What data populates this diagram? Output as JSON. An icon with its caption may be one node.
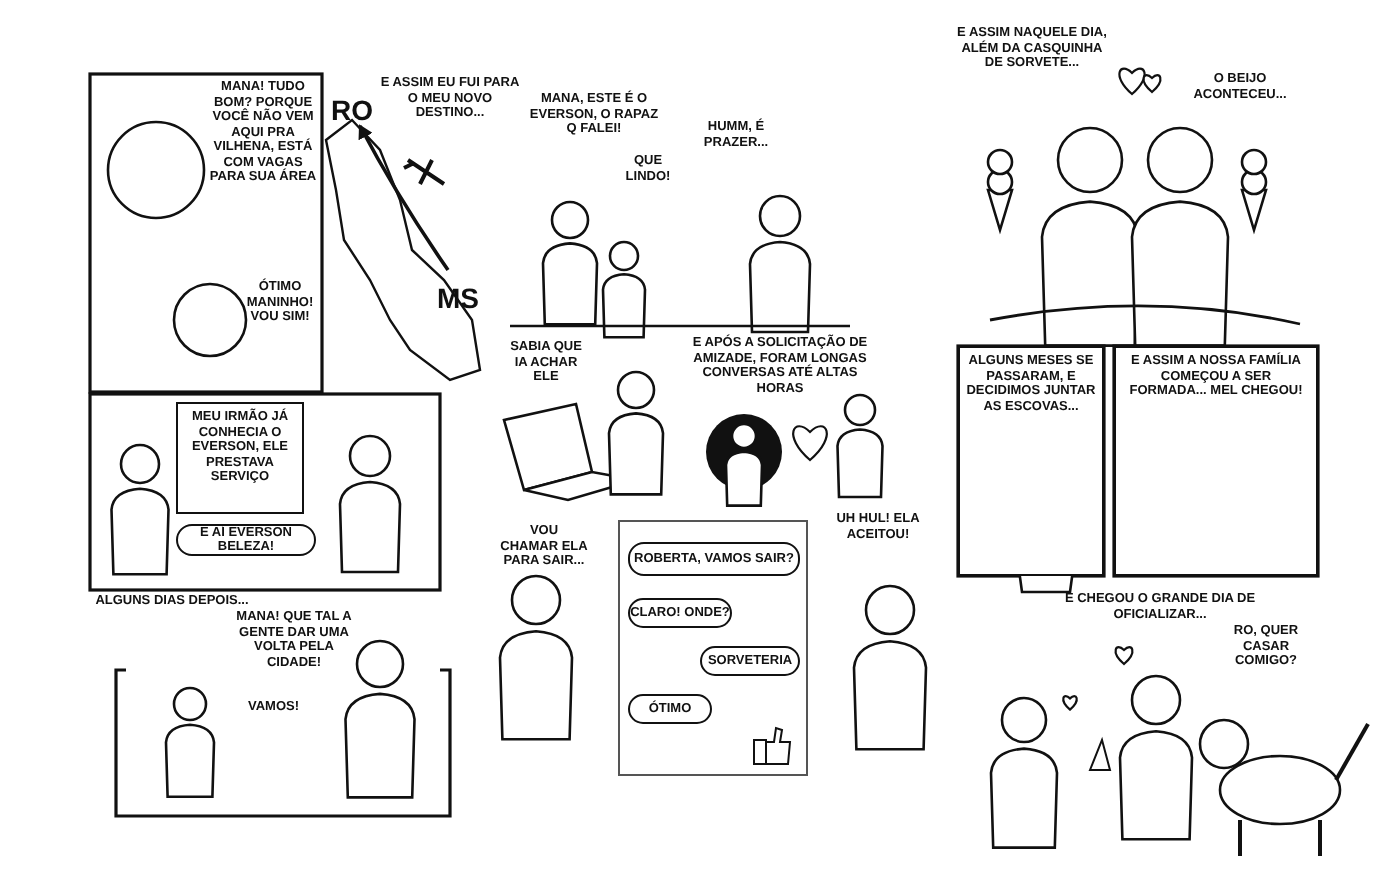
{
  "diagram": {
    "nodes": [
      {
        "text": [
          "MEU IRMÃO JÁ CONHECIA O EVERSON, ELE PRESTAVA SERVIÇO"
        ]
      },
      {
        "text": [
          "E AÍ EVERSON BELEZA!"
        ]
      },
      {
        "text": [],
        "shape": "box"
      },
      {
        "text": [
          "ROBERTA, VAMOS SAIR?"
        ],
        "in": 2
      },
      {
        "text": [
          "CLARO! ONDE?"
        ],
        "in": 2
      },
      {
        "text": [
          "SORVETERIA"
        ],
        "in": 2
      },
      {
        "text": [
          "ÓTIMO"
        ],
        "in": 2
      },
      {
        "text": [
          "ALGUNS MESES SE PASSARAM, E DECIDIMOS JUNTAR AS ESCOVAS..."
        ]
      },
      {
        "text": [
          "E ASSIM A NOSSA FAMÍLIA COMEÇOU A SER FORMADA... MEL CHEGOU!"
        ]
      },
      {
        "text": [
          "RO"
        ]
      },
      {
        "text": [
          "MS"
        ]
      }
    ],
    "edges": [
      {
        "from": 10,
        "to": 9,
        "arrow": "to"
      }
    ],
    "labels": [
      "MANA! TUDO BOM? PORQUE VOCÊ NÃO VEM AQUI PRA VILHENA, ESTÁ COM VAGAS PARA SUA ÁREA",
      "ÓTIMO MANINHO! VOU SIM!",
      "E ASSIM EU FUI PARA O MEU NOVO DESTINO...",
      "ALGUNS DIAS DEPOIS...",
      "MANA! QUE TAL A GENTE DAR UMA VOLTA PELA CIDADE!",
      "VAMOS!",
      "MANA, ESTE É O EVERSON, O RAPAZ Q FALEI!",
      "QUE LINDO!",
      "HUMM, É PRAZER...",
      "SABIA QUE IA ACHAR ELE",
      "E APÓS A SOLICITAÇÃO DE AMIZADE, FORAM LONGAS CONVERSAS ATÉ ALTAS HORAS",
      "VOU CHAMAR ELA PARA SAIR...",
      "UH HUL! ELA ACEITOU!",
      "E ASSIM NAQUELE DIA, ALÉM DA CASQUINHA DE SORVETE...",
      "O BEIJO ACONTECEU...",
      "E CHEGOU O GRANDE DIA DE OFICIALIZAR...",
      "RO, QUER CASAR COMIGO?"
    ]
  }
}
